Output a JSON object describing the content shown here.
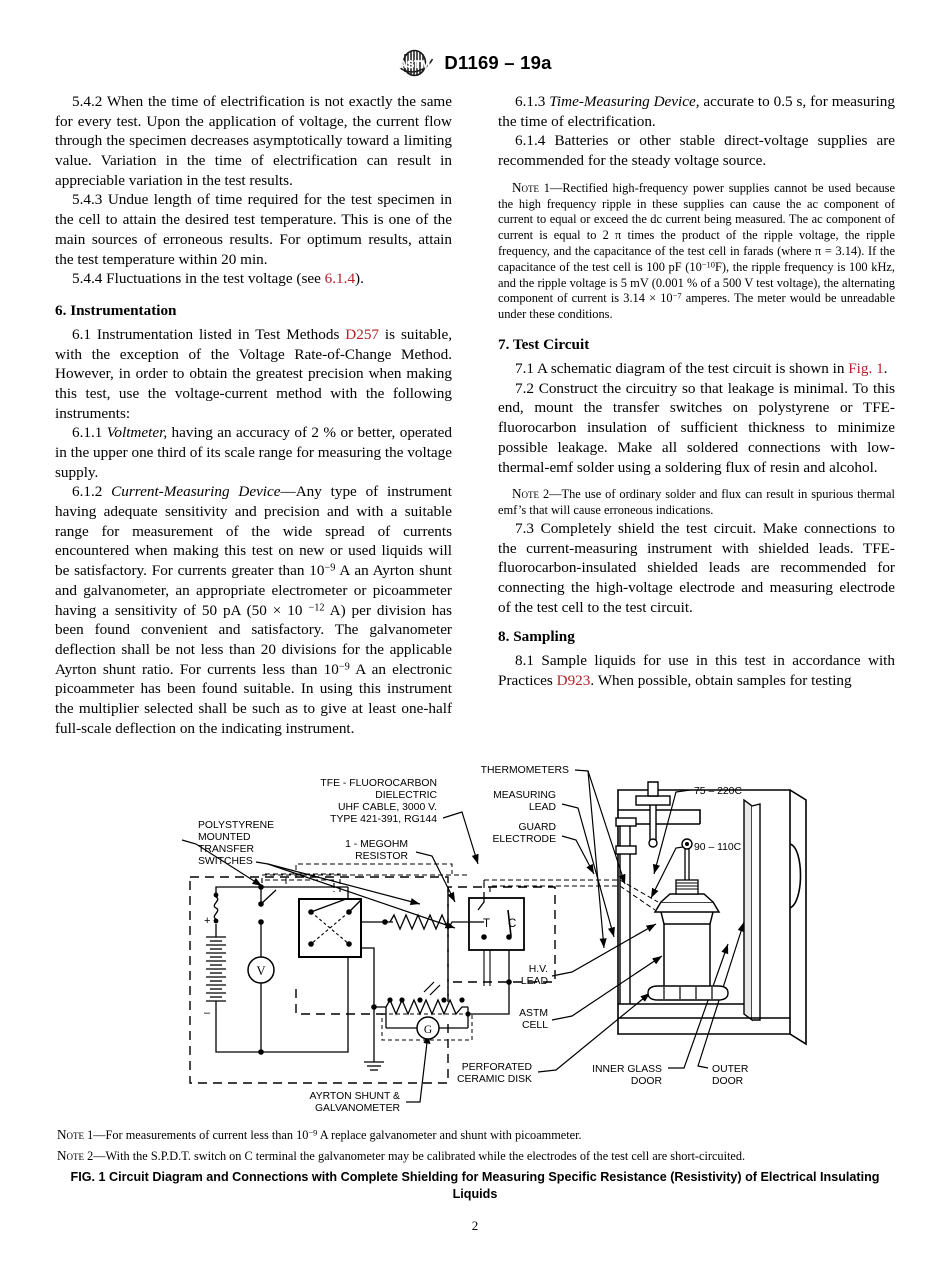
{
  "header": {
    "logo_name": "astm-logo",
    "designation": "D1169 – 19a"
  },
  "left_column": {
    "p_5_4_2": "5.4.2 When the time of electrification is not exactly the same for every test. Upon the application of voltage, the current flow through the specimen decreases asymptotically toward a limiting value. Variation in the time of electrification can result in appreciable variation in the test results.",
    "p_5_4_3": "5.4.3  Undue length of time required for the test specimen in the cell to attain the desired test temperature. This is one of the main sources of erroneous results. For optimum results, attain the test temperature within 20 min.",
    "p_5_4_4_pre": "5.4.4  Fluctuations in the test voltage (see ",
    "p_5_4_4_ref": "6.1.4",
    "p_5_4_4_post": ").",
    "heading_6": "6.  Instrumentation",
    "p_6_1_pre": "6.1  Instrumentation listed in Test Methods ",
    "p_6_1_ref": "D257",
    "p_6_1_post": " is suitable, with the exception of the Voltage Rate-of-Change Method. However, in order to obtain the greatest precision when making this test, use the voltage-current method with the following instruments:",
    "p_6_1_1_num": "6.1.1 ",
    "p_6_1_1_ital": "Voltmeter,",
    "p_6_1_1_rest": " having an accuracy of 2 % or better, operated in the upper one third of its scale range for measuring the voltage supply.",
    "p_6_1_2_num": "6.1.2 ",
    "p_6_1_2_ital": "Current-Measuring Device",
    "p_6_1_2_a": "—Any type of instrument having adequate sensitivity and precision and with a suitable range for measurement of the wide spread of currents encountered when making this test on new or used liquids will be satisfactory. For currents greater than 10",
    "p_6_1_2_sup1": "−9",
    "p_6_1_2_b": " A an Ayrton shunt and galvanometer, an appropriate electrometer or picoammeter having a sensitivity of 50 pA (50 × 10 ",
    "p_6_1_2_sup2": "−12",
    "p_6_1_2_c": " A) per division has been found convenient and satisfactory. The galvanometer deflection shall be not less than 20 divisions for the applicable Ayrton shunt ratio. For currents less than 10",
    "p_6_1_2_sup3": "−9",
    "p_6_1_2_d": " A an electronic picoammeter has been found suitable. In using this instrument the multiplier selected shall be such as to give at least one-half full-scale deflection on the indicating instrument."
  },
  "right_column": {
    "p_6_1_3_num": "6.1.3 ",
    "p_6_1_3_ital": "Time-Measuring Device,",
    "p_6_1_3_rest": " accurate to 0.5 s, for measuring the time of electrification.",
    "p_6_1_4": "6.1.4 Batteries or other stable direct-voltage supplies are recommended for the steady voltage source.",
    "note1_label": "Note",
    "note1_num": " 1—",
    "note1_a": "Rectified high-frequency power supplies cannot be used because the high frequency ripple in these supplies can cause the ac component of current to equal or exceed the dc current being measured. The ac component of current is equal to 2 π times the product of the ripple voltage, the ripple frequency, and the capacitance of the test cell in farads (where π = 3.14). If the capacitance of the test cell is 100 pF (10",
    "note1_sup1": "−10",
    "note1_b": "F), the ripple frequency is 100 kHz, and the ripple voltage is 5 mV (0.001 % of a 500 V test voltage), the alternating component of current is 3.14 × 10",
    "note1_sup2": "−7",
    "note1_c": " amperes. The meter would be unreadable under these conditions.",
    "heading_7": "7.  Test Circuit",
    "p_7_1_pre": "7.1  A schematic diagram of the test circuit is shown in ",
    "p_7_1_ref": "Fig. 1",
    "p_7_1_post": ".",
    "p_7_2": "7.2  Construct the circuitry so that leakage is minimal. To this end, mount the transfer switches on polystyrene or TFE-fluorocarbon insulation of sufficient thickness to minimize possible leakage. Make all soldered connections with low-thermal-emf solder using a soldering flux of resin and alcohol.",
    "note2_label": "Note",
    "note2_num": " 2—",
    "note2_text": "The use of ordinary solder and flux can result in spurious thermal emf’s that will cause erroneous indications.",
    "p_7_3": "7.3  Completely shield the test circuit. Make connections to the current-measuring instrument with shielded leads. TFE-fluorocarbon-insulated shielded leads are recommended for connecting the high-voltage electrode and measuring electrode of the test cell to the test circuit.",
    "heading_8": "8.  Sampling",
    "p_8_1_pre": "8.1  Sample liquids for use in this test in accordance with Practices ",
    "p_8_1_ref": "D923",
    "p_8_1_post": ". When possible, obtain samples for testing"
  },
  "figure": {
    "labels": {
      "polystyrene": "POLYSTYRENE\nMOUNTED\nTRANSFER\nSWITCHES",
      "polystyrene_l1": "POLYSTYRENE",
      "polystyrene_l2": "MOUNTED",
      "polystyrene_l3": "TRANSFER",
      "polystyrene_l4": "SWITCHES",
      "tfe_l1": "TFE - FLUOROCARBON",
      "tfe_l2": "DIELECTRIC",
      "tfe_l3": "UHF CABLE, 3000 V.",
      "tfe_l4": "TYPE 421-391, RG144",
      "megohm_l1": "1 - MEGOHM",
      "megohm_l2": "RESISTOR",
      "thermometers": "THERMOMETERS",
      "measuring_l1": "MEASURING",
      "measuring_l2": "LEAD",
      "guard_l1": "GUARD",
      "guard_l2": "ELECTRODE",
      "temp_high": "75 – 220C",
      "temp_low": "90 – 110C",
      "hv_l1": "H.V.",
      "hv_l2": "LEAD",
      "astm_l1": "ASTM",
      "astm_l2": "CELL",
      "perforated_l1": "PERFORATED",
      "perforated_l2": "CERAMIC DISK",
      "inner_l1": "INNER GLASS",
      "inner_l2": "DOOR",
      "outer_l1": "OUTER",
      "outer_l2": "DOOR",
      "ayrton_l1": "AYRTON SHUNT &",
      "ayrton_l2": "GALVANOMETER",
      "switch_t": "T",
      "switch_c": "C",
      "voltmeter": "V",
      "galvanometer": "G",
      "battery_plus": "+",
      "battery_minus": "–"
    }
  },
  "figure_notes": {
    "note1_label": "Note",
    "note1_a": " 1—For measurements of current less than 10",
    "note1_sup": "−9",
    "note1_b": " A replace galvanometer and shunt with picoammeter.",
    "note2_label": "Note",
    "note2_text": " 2—With the S.P.D.T. switch on C terminal the galvanometer may be calibrated while the electrodes of the test cell are short-circuited.",
    "caption_l1": "FIG. 1 Circuit Diagram and Connections with Complete Shielding for Measuring Specific Resistance (Resistivity) of Electrical",
    "caption_l2": "Insulating Liquids"
  },
  "footer": {
    "page_number": "2"
  },
  "colors": {
    "reference_red": "#b22028",
    "text_black": "#000000",
    "page_background": "#ffffff"
  }
}
